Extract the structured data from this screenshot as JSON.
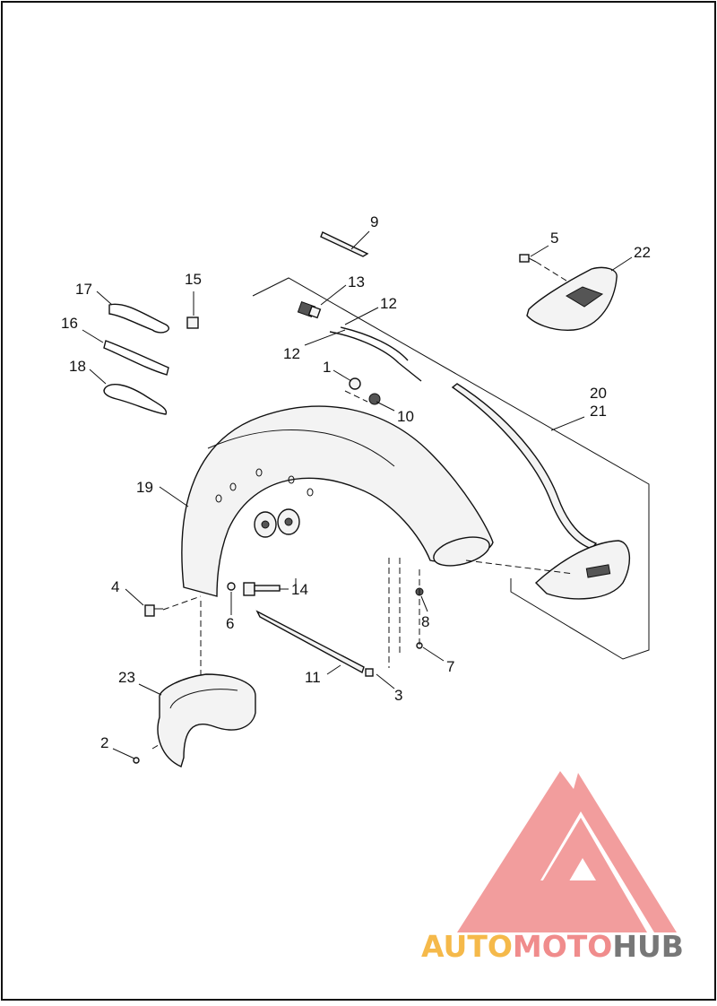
{
  "callouts": {
    "c1": "1",
    "c2": "2",
    "c3": "3",
    "c4": "4",
    "c5": "5",
    "c6": "6",
    "c7": "7",
    "c8": "8",
    "c9": "9",
    "c10": "10",
    "c11": "11",
    "c12a": "12",
    "c12b": "12",
    "c13": "13",
    "c14": "14",
    "c15": "15",
    "c16": "16",
    "c17": "17",
    "c18": "18",
    "c19": "19",
    "c20": "20",
    "c21": "21",
    "c22": "22",
    "c23": "23"
  },
  "watermark": {
    "part_auto": "AUTO",
    "part_moto": "MOTO",
    "part_hub": "HUB",
    "colors": {
      "logo": "#f08c8c",
      "auto": "#f5b94a",
      "moto": "#f08c8c",
      "hub": "#777777"
    }
  }
}
